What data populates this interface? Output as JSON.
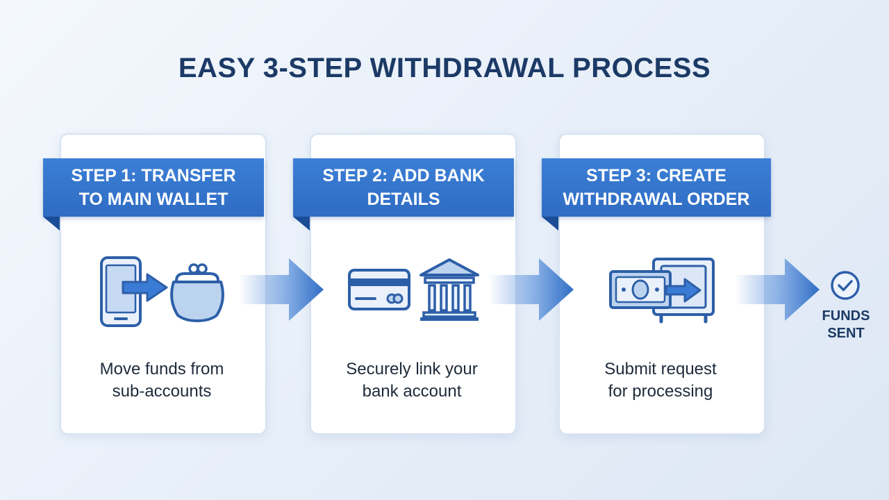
{
  "title": "EASY 3-STEP WITHDRAWAL PROCESS",
  "steps": [
    {
      "header_line1": "STEP 1: TRANSFER",
      "header_line2": "TO MAIN WALLET",
      "desc_line1": "Move funds from",
      "desc_line2": "sub-accounts",
      "icons": [
        "smartphone-icon",
        "arrow-right-icon",
        "wallet-purse-icon"
      ]
    },
    {
      "header_line1": "STEP 2: ADD BANK",
      "header_line2": "DETAILS",
      "desc_line1": "Securely link your",
      "desc_line2": "bank account",
      "icons": [
        "credit-card-icon",
        "bank-building-icon"
      ]
    },
    {
      "header_line1": "STEP 3: CREATE",
      "header_line2": "WITHDRAWAL ORDER",
      "desc_line1": "Submit request",
      "desc_line2": "for processing",
      "icons": [
        "cash-bill-icon",
        "arrow-right-icon",
        "safe-vault-icon"
      ]
    }
  ],
  "final": {
    "icon": "checkmark-circle-icon",
    "label_line1": "FUNDS",
    "label_line2": "SENT"
  },
  "colors": {
    "banner": "#2f6cc3",
    "banner_fold": "#1b4c96",
    "title": "#1c3a66",
    "icon_stroke": "#2d5fa8",
    "icon_fill": "#bcd3f0",
    "accent": "#3a7bd5"
  }
}
